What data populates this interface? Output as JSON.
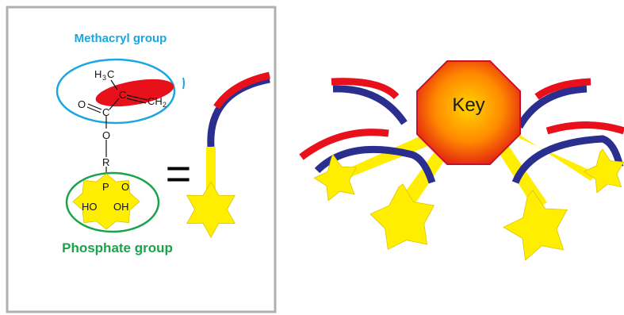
{
  "left_panel": {
    "methacryl_label": "Methacryl group",
    "phosphate_label": "Phosphate group",
    "equals_sign": "=",
    "atoms": {
      "h3c_main": "H",
      "h3c_sub": "3",
      "h3c_c": "C",
      "c_double": "C",
      "ch2_main": "CH",
      "ch2_sub": "2",
      "o_carbonyl": "O",
      "c_carbonyl": "C",
      "o_ester": "O",
      "r_group": "R",
      "p_atom": "P",
      "o_phos": "O",
      "ho_1": "HO",
      "oh_2": "OH"
    }
  },
  "right_panel": {
    "key_label": "Key"
  },
  "colors": {
    "methacryl_ellipse": "#1aa7e0",
    "phosphate_ellipse": "#1aa34a",
    "red_accent": "#e8101a",
    "navy_arc": "#2a2f8f",
    "star_yellow": "#ffee00",
    "panel_border": "#b0b0b0"
  }
}
